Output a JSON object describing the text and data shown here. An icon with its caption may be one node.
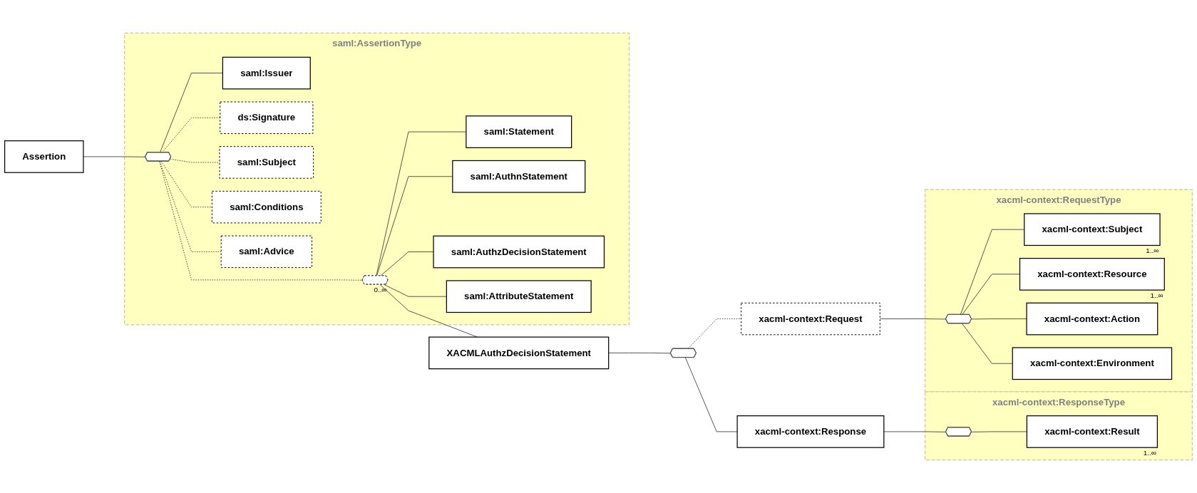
{
  "diagram": {
    "nodes": [
      {
        "text": [
          "Assertion"
        ]
      },
      {
        "text": [
          "saml:AssertionType"
        ]
      },
      {
        "text": [],
        "shape": "octagon",
        "in": 1
      },
      {
        "text": [
          "saml:Issuer"
        ],
        "in": 1
      },
      {
        "text": [
          "ds:Signature"
        ],
        "in": 1
      },
      {
        "text": [
          "saml:Subject"
        ],
        "in": 1
      },
      {
        "text": [
          "saml:Conditions"
        ],
        "in": 1
      },
      {
        "text": [
          "saml:Advice"
        ],
        "in": 1
      },
      {
        "text": [],
        "shape": "octagon",
        "in": 1,
        "beside": [
          "0..∞"
        ]
      },
      {
        "text": [
          "saml:Statement"
        ],
        "in": 1
      },
      {
        "text": [
          "XACMLAuthzDecisionStatement"
        ]
      },
      {
        "text": [
          "saml:AuthnStatement"
        ],
        "in": 1
      },
      {
        "text": [
          "saml:AuthzDecisionStatement"
        ],
        "in": 1
      },
      {
        "text": [
          "saml:AttributeStatement"
        ],
        "in": 1
      },
      {
        "text": [],
        "shape": "octagon"
      },
      {
        "text": [
          "xacml-context:Response"
        ]
      },
      {
        "text": [
          "xacml-context:ResponseType"
        ]
      },
      {
        "text": [],
        "shape": "octagon",
        "in": 16
      },
      {
        "text": [
          "xacml-context:Result"
        ],
        "in": 16,
        "beside": [
          "1..∞"
        ]
      },
      {
        "text": [
          "xacml-context:Request"
        ]
      },
      {
        "text": [
          "xacml-context:RequestType"
        ]
      },
      {
        "text": [],
        "shape": "octagon",
        "in": 20
      },
      {
        "text": [
          "xacml-context:Subject"
        ],
        "in": 20,
        "beside": [
          "1..∞"
        ]
      },
      {
        "text": [
          "xacml-context:Resource"
        ],
        "in": 20,
        "beside": [
          "1..∞"
        ]
      },
      {
        "text": [
          "xacml-context:Action"
        ],
        "in": 20
      },
      {
        "text": [
          "xacml-context:Environment"
        ],
        "in": 20
      }
    ],
    "edges": [
      {
        "from": 0,
        "to": 2,
        "arrow": "none"
      },
      {
        "from": 2,
        "to": 3,
        "arrow": "none"
      },
      {
        "from": 2,
        "to": 4,
        "arrow": "none",
        "style": "dashed"
      },
      {
        "from": 2,
        "to": 5,
        "arrow": "none",
        "style": "dashed"
      },
      {
        "from": 2,
        "to": 6,
        "arrow": "none",
        "style": "dashed"
      },
      {
        "from": 2,
        "to": 7,
        "arrow": "none",
        "style": "dashed"
      },
      {
        "from": 2,
        "to": 8,
        "arrow": "none",
        "style": "dashed"
      },
      {
        "from": 8,
        "to": 9,
        "arrow": "none"
      },
      {
        "from": 8,
        "to": 10,
        "arrow": "none"
      },
      {
        "from": 8,
        "to": 11,
        "arrow": "none"
      },
      {
        "from": 8,
        "to": 12,
        "arrow": "none"
      },
      {
        "from": 8,
        "to": 13,
        "arrow": "none"
      },
      {
        "from": 10,
        "to": 14,
        "arrow": "none"
      },
      {
        "from": 14,
        "to": 15,
        "arrow": "none"
      },
      {
        "from": 14,
        "to": 19,
        "arrow": "none",
        "style": "dashed"
      },
      {
        "from": 15,
        "to": 17,
        "arrow": "none"
      },
      {
        "from": 17,
        "to": 18,
        "arrow": "none"
      },
      {
        "from": 19,
        "to": 21,
        "arrow": "none"
      },
      {
        "from": 21,
        "to": 22,
        "arrow": "none"
      },
      {
        "from": 21,
        "to": 23,
        "arrow": "none"
      },
      {
        "from": 21,
        "to": 24,
        "arrow": "none"
      },
      {
        "from": 21,
        "to": 25,
        "arrow": "none"
      }
    ]
  }
}
